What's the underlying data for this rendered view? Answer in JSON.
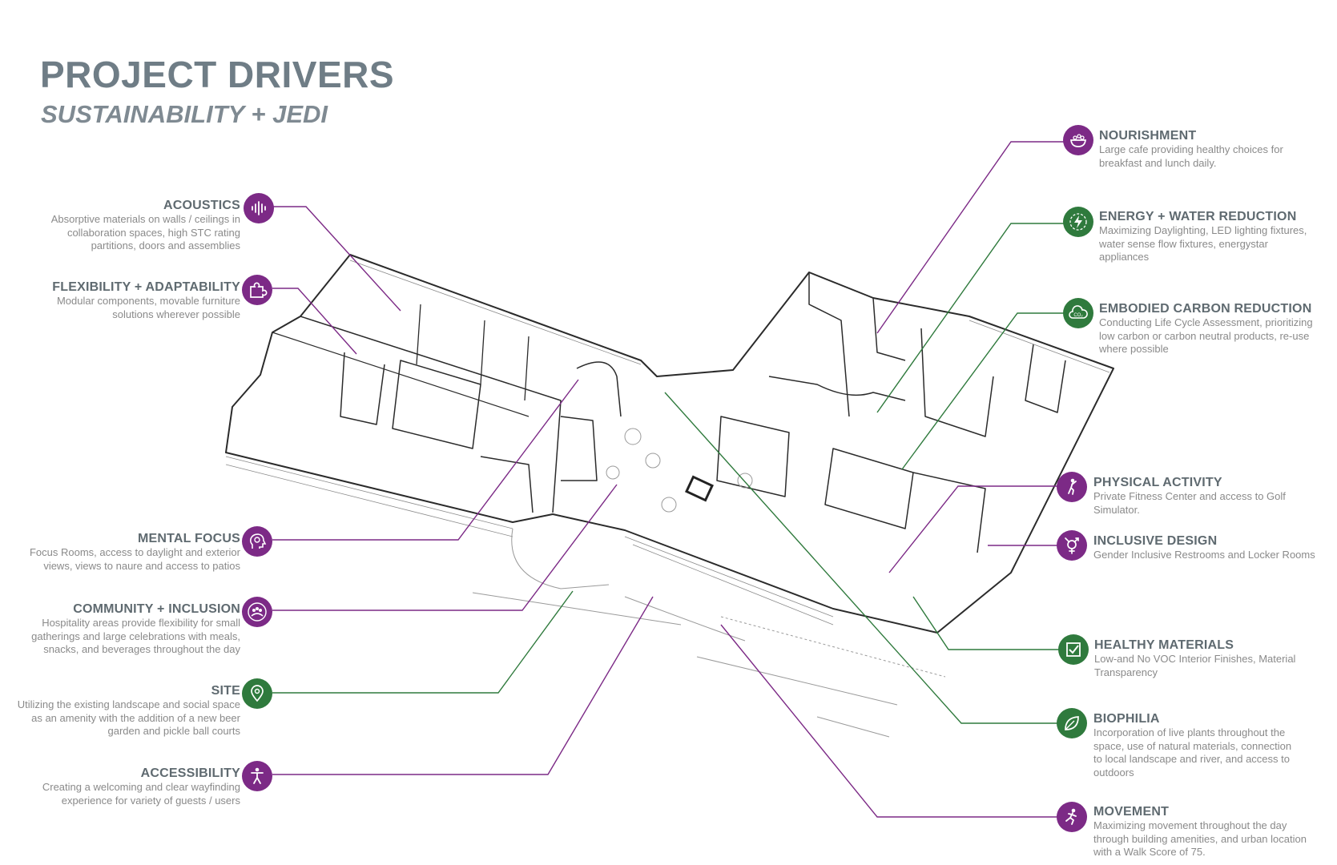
{
  "header": {
    "title": "PROJECT DRIVERS",
    "subtitle": "SUSTAINABILITY + JEDI"
  },
  "colors": {
    "purple": "#7c2a86",
    "green": "#2f7a3d",
    "title": "#6f7d86"
  },
  "left_items": [
    {
      "title": "ACOUSTICS",
      "text": "Absorptive materials on walls / ceilings in collaboration spaces, high STC rating partitions, doors and assemblies",
      "icon": "sound-wave-icon",
      "color": "purple"
    },
    {
      "title": "FLEXIBILITY + ADAPTABILITY",
      "text": "Modular components, movable furniture solutions wherever possible",
      "icon": "puzzle-icon",
      "color": "purple"
    },
    {
      "title": "MENTAL FOCUS",
      "text": "Focus Rooms, access to daylight and exterior views, views to naure and access to patios",
      "icon": "head-brain-icon",
      "color": "purple"
    },
    {
      "title": "COMMUNITY + INCLUSION",
      "text": "Hospitality areas provide flexibility for small gatherings and large celebrations with meals, snacks, and beverages throughout the day",
      "icon": "people-circle-icon",
      "color": "purple"
    },
    {
      "title": "SITE",
      "text": "Utilizing the existing landscape and social space as an amenity with the addition of a new beer garden and pickle ball courts",
      "icon": "map-pin-icon",
      "color": "green"
    },
    {
      "title": "ACCESSIBILITY",
      "text": "Creating a welcoming and clear wayfinding experience for variety of guests / users",
      "icon": "accessibility-icon",
      "color": "purple"
    }
  ],
  "right_items": [
    {
      "title": "NOURISHMENT",
      "text": "Large cafe providing healthy choices for breakfast and lunch daily.",
      "icon": "food-bowl-icon",
      "color": "purple"
    },
    {
      "title": "ENERGY + WATER REDUCTION",
      "text": "Maximizing Daylighting, LED lighting fixtures,  water sense flow fixtures, energystar appliances",
      "icon": "lightning-icon",
      "color": "green"
    },
    {
      "title": "EMBODIED CARBON REDUCTION",
      "text": "Conducting Life Cycle Assessment, prioritizing low carbon or carbon neutral products, re-use where possible",
      "icon": "co2-cloud-icon",
      "color": "green"
    },
    {
      "title": "PHYSICAL ACTIVITY",
      "text": "Private Fitness Center and access to Golf Simulator.",
      "icon": "golfer-icon",
      "color": "purple"
    },
    {
      "title": "INCLUSIVE DESIGN",
      "text": "Gender Inclusive Restrooms and Locker Rooms",
      "icon": "gender-inclusive-icon",
      "color": "purple"
    },
    {
      "title": "HEALTHY MATERIALS",
      "text": "Low-and No VOC Interior Finishes, Material Transparency",
      "icon": "checkbox-icon",
      "color": "green"
    },
    {
      "title": "BIOPHILIA",
      "text": "Incorporation of live plants throughout the space, use of natural materials, connection to local landscape and river, and access to outdoors",
      "icon": "leaf-icon",
      "color": "green"
    },
    {
      "title": "MOVEMENT",
      "text": "Maximizing movement throughout the day through building amenities, and urban location with a Walk Score of 75.",
      "icon": "running-person-icon",
      "color": "purple"
    }
  ]
}
